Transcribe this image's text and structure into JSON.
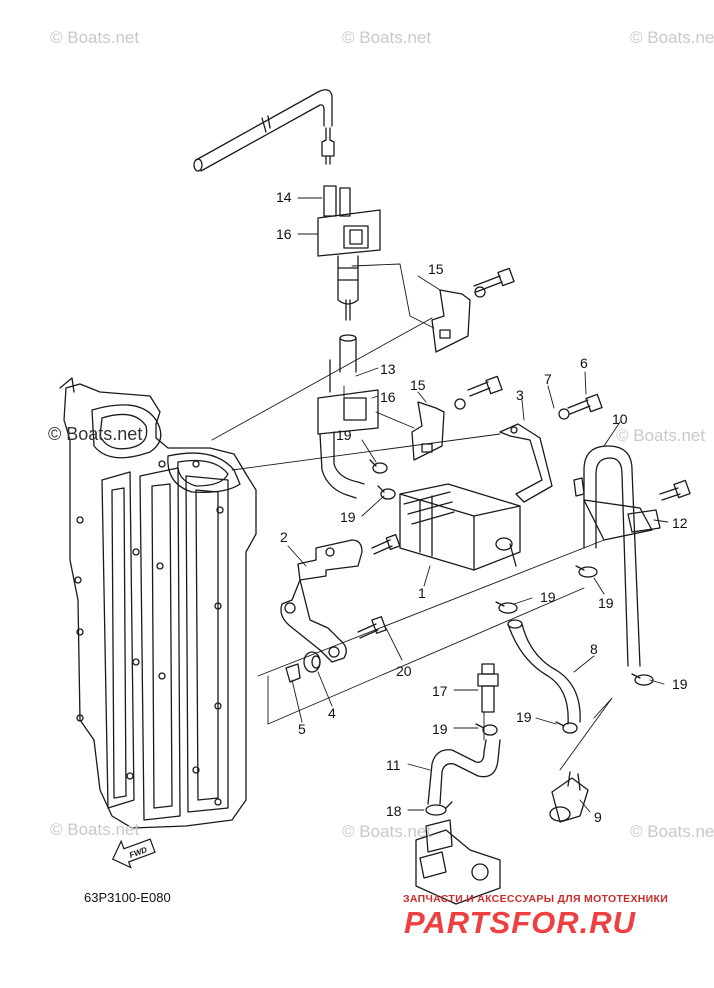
{
  "watermarks": [
    {
      "text": "© Boats.net",
      "style": "light"
    },
    {
      "text": "© Boats.net",
      "style": "light"
    },
    {
      "text": "© Boats.net",
      "style": "light"
    },
    {
      "text": "© Boats.net",
      "style": "dark"
    },
    {
      "text": "© Boats.net",
      "style": "light"
    },
    {
      "text": "© Boats.net",
      "style": "light"
    },
    {
      "text": "© Boats.net",
      "style": "light"
    },
    {
      "text": "© Boats.net",
      "style": "light"
    }
  ],
  "callouts": [
    "14",
    "16",
    "15",
    "13",
    "16",
    "15",
    "19",
    "19",
    "7",
    "3",
    "6",
    "10",
    "12",
    "2",
    "1",
    "19",
    "19",
    "20",
    "4",
    "5",
    "8",
    "17",
    "19",
    "19",
    "19",
    "11",
    "18",
    "9"
  ],
  "fwd_label": "FWD",
  "diagram_code": "63P3100-E080",
  "brand_subtitle": "ЗАПЧАСТИ И АКСЕССУАРЫ ДЛЯ МОТОТЕХНИКИ",
  "brand_name": "PARTSFOR.RU",
  "colors": {
    "line": "#1a1a1a",
    "watermark": "#c9c9c9",
    "brand": "#ee4040"
  }
}
